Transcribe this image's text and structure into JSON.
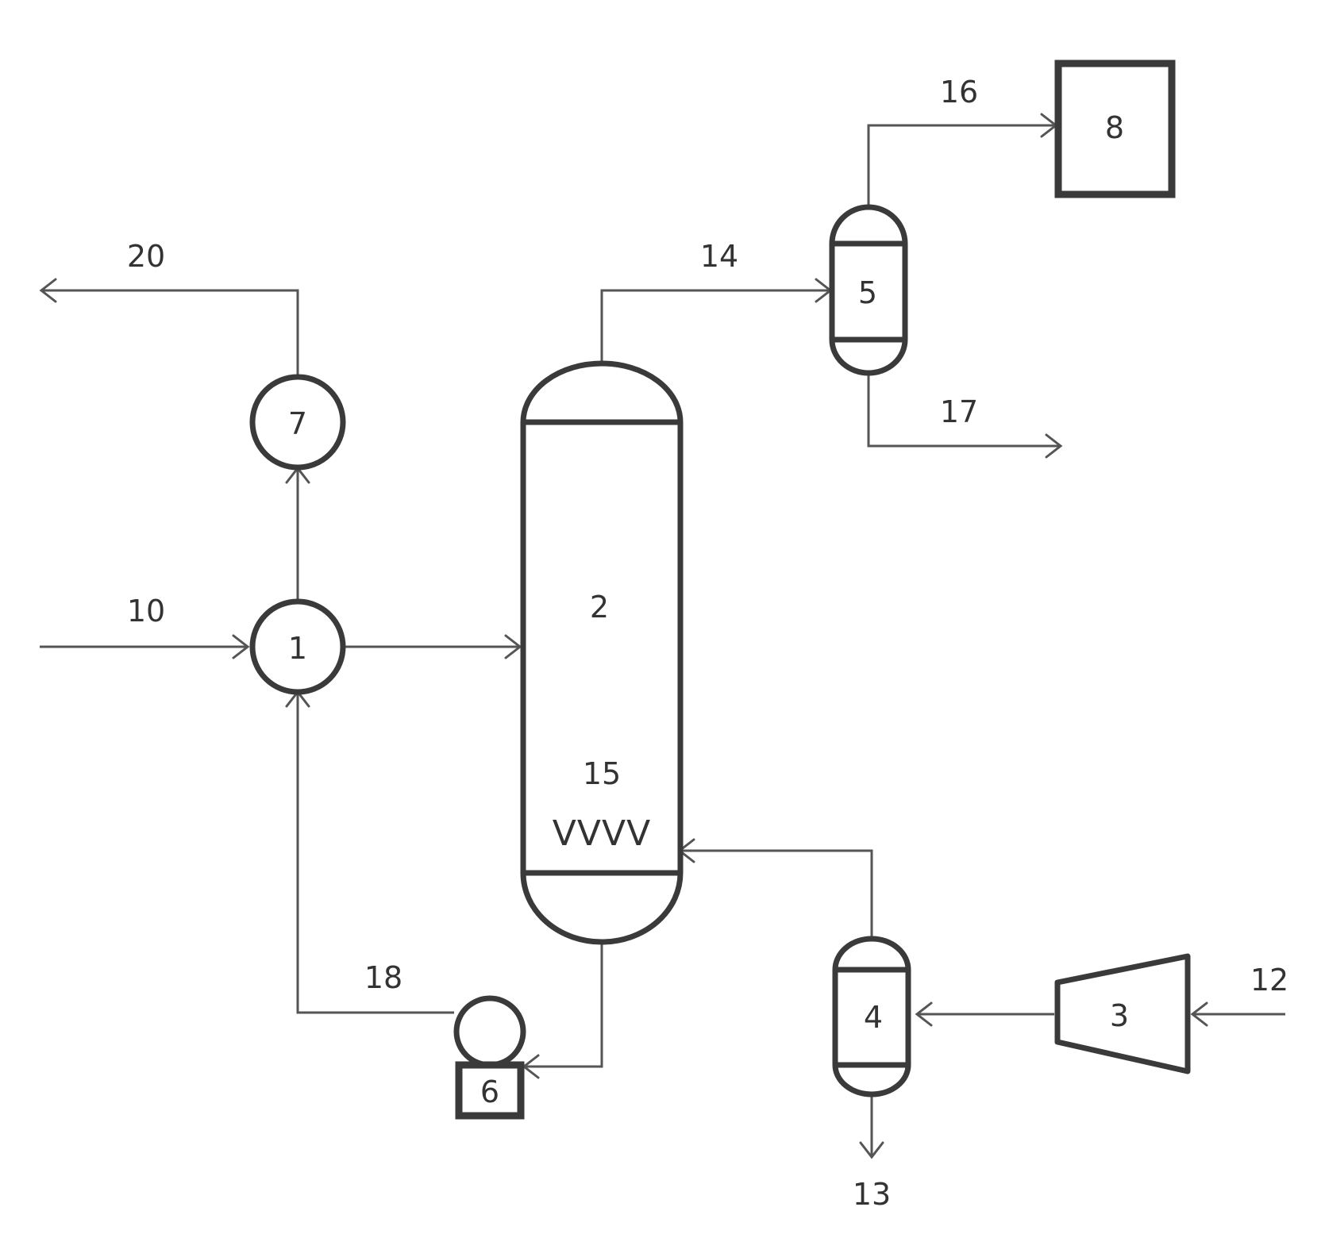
{
  "diagram": {
    "units": {
      "u1": "1",
      "u2": "2",
      "u3": "3",
      "u4": "4",
      "u5": "5",
      "u6": "6",
      "u7": "7",
      "u8": "8"
    },
    "streams": {
      "s10": "10",
      "s12": "12",
      "s13": "13",
      "s14": "14",
      "s15": "15",
      "s16": "16",
      "s17": "17",
      "s18": "18",
      "s20": "20"
    },
    "internals_symbol": "VVVV"
  }
}
